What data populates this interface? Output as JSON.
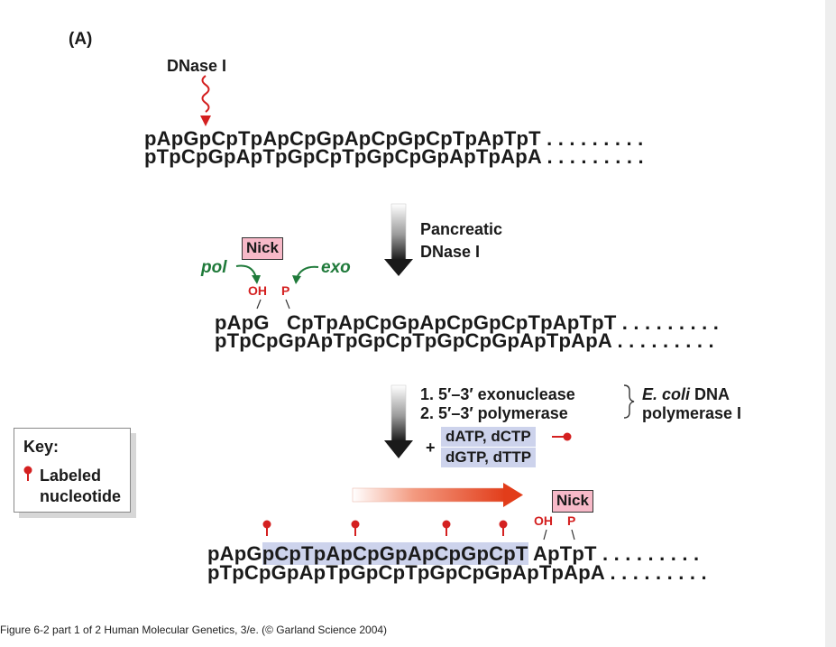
{
  "panel_label": "(A)",
  "enzyme_top": "DNase I",
  "seq1_top": "pApGpCpTpApCpGpApCpGpCpTpApTpT . . . . . . . . .",
  "seq1_bottom": "pTpCpGpApTpGpCpTpGpCpGpApTpApA . . . . . . . . .",
  "step1": {
    "line1": "Pancreatic",
    "line2": "DNase I"
  },
  "nick_label": "Nick",
  "pol_label": "pol",
  "exo_label": "exo",
  "oh_label": "OH",
  "p_label": "P",
  "seq2_top_left": "pApG",
  "seq2_top_right": "CpTpApCpGpApCpGpCpTpApTpT . . . . . . . . .",
  "seq2_bottom": "pTpCpGpApTpGpCpTpGpCpGpApTpApA . . . . . . . . .",
  "step2": {
    "item1": "1.  5′–3′  exonuclease",
    "item2": "2.  5′–3′  polymerase",
    "enzyme_italic": "E. coli",
    "enzyme_rest": " DNA",
    "enzyme_line2": "polymerase I",
    "plus": "+",
    "nucleotides_line1": "dATP, dCTP",
    "nucleotides_line2": "dGTP, dTTP"
  },
  "key": {
    "title": "Key:",
    "line1": "Labeled",
    "line2": "nucleotide"
  },
  "seq3_top_prefix": "pApG",
  "seq3_top_highlight": "pCpTpApCpGpApCpGpCpT",
  "seq3_top_suffix": "  ApTpT . . . . . . . . .",
  "seq3_bottom": "pTpCpGpApTpGpCpTpGpCpGpApTpApA . . . . . . . . .",
  "caption": "Figure 6-2 part 1 of 2  Human Molecular Genetics, 3/e.  (© Garland Science 2004)",
  "colors": {
    "red": "#d42020",
    "green": "#1f7a3a",
    "nick_fill": "#f7b9c8",
    "highlight": "#cdd3ec"
  }
}
